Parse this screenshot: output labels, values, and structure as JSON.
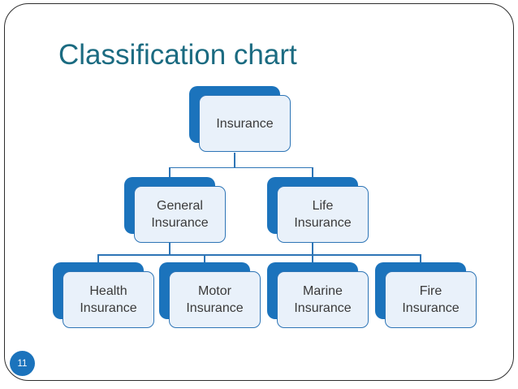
{
  "slide": {
    "title": "Classification chart",
    "page_number": "11"
  },
  "colors": {
    "node_shadow_blue": "#1b73bc",
    "node_fill": "#e9f1fa",
    "node_border": "#2e75b6",
    "connector": "#2e75b6",
    "title_color": "#1b6b81",
    "node_text_color": "#3a3a3a",
    "slide_border": "#2e2e2e",
    "page_badge_blue": "#1b73bc"
  },
  "diagram": {
    "type": "hierarchy",
    "nodes": [
      {
        "id": "insurance",
        "label": "Insurance",
        "lines": [
          "Insurance"
        ],
        "parent": null
      },
      {
        "id": "general-insurance",
        "label": "General Insurance",
        "lines": [
          "General",
          "Insurance"
        ],
        "parent": "insurance"
      },
      {
        "id": "life-insurance",
        "label": "Life Insurance",
        "lines": [
          "Life",
          "Insurance"
        ],
        "parent": "insurance"
      },
      {
        "id": "health-insurance",
        "label": "Health Insurance",
        "lines": [
          "Health",
          "Insurance"
        ],
        "parent": "general-insurance"
      },
      {
        "id": "motor-insurance",
        "label": "Motor Insurance",
        "lines": [
          "Motor",
          "Insurance"
        ],
        "parent": "general-insurance"
      },
      {
        "id": "marine-insurance",
        "label": "Marine Insurance",
        "lines": [
          "Marine",
          "Insurance"
        ],
        "parent": "life-insurance"
      },
      {
        "id": "fire-insurance",
        "label": "Fire Insurance",
        "lines": [
          "Fire",
          "Insurance"
        ],
        "parent": "life-insurance"
      }
    ]
  }
}
